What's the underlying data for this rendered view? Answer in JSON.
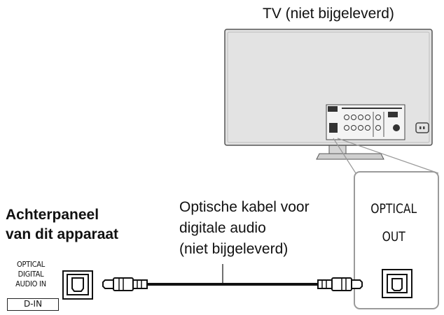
{
  "tv": {
    "label": "TV (niet bijgeleverd)"
  },
  "rear_panel": {
    "title_line1": "Achterpaneel",
    "title_line2": "van dit apparaat",
    "port_line1": "OPTICAL",
    "port_line2": "DIGITAL",
    "port_line3": "AUDIO IN",
    "din_label": "D-IN"
  },
  "cable": {
    "line1": "Optische kabel voor",
    "line2": "digitale audio",
    "line3": "(niet bijgeleverd)"
  },
  "tv_port": {
    "line1": "OPTICAL",
    "line2": "OUT"
  }
}
